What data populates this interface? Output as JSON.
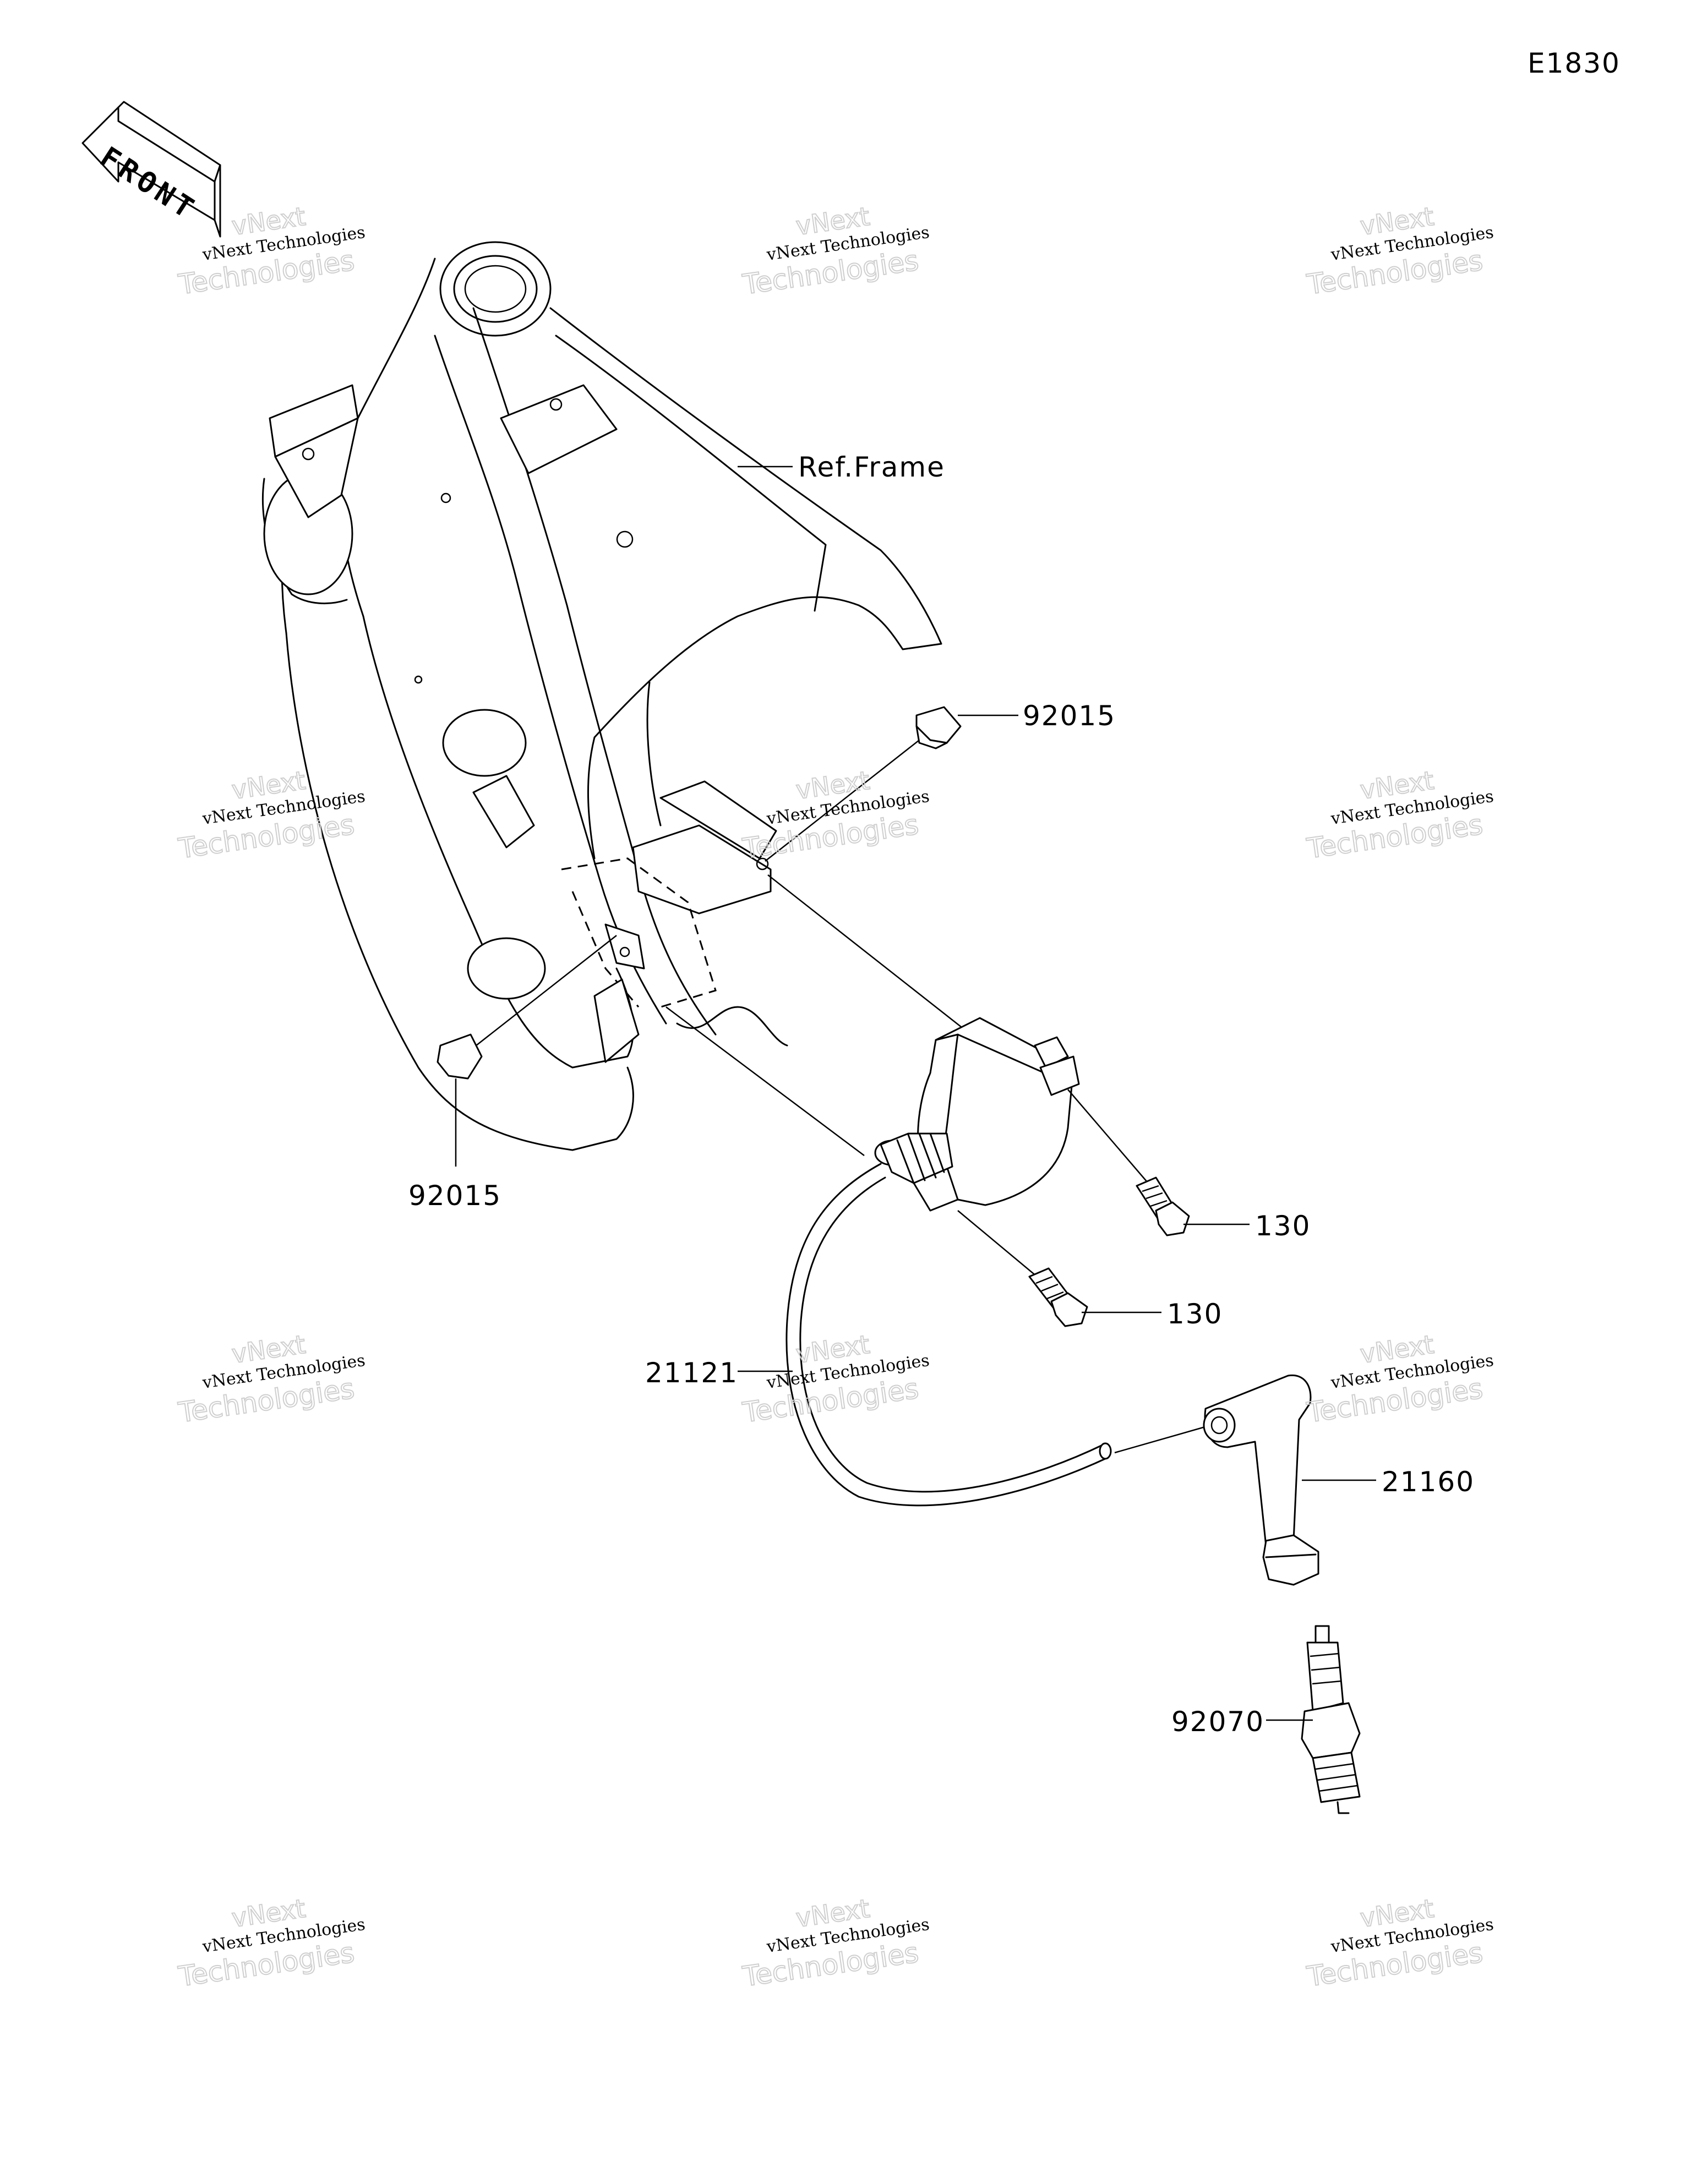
{
  "diagram_code": "E1830",
  "front_label": "FRONT",
  "labels": {
    "ref_frame": "Ref.Frame",
    "bracket_upper": "92015",
    "bracket_lower": "92015",
    "bolt_upper": "130",
    "bolt_lower": "130",
    "coil_lead": "21121",
    "plug_cap": "21160",
    "spark_plug": "92070"
  },
  "watermark": {
    "line0": "vNext",
    "line1": "vNext Technologies",
    "line2": "Technologies"
  }
}
